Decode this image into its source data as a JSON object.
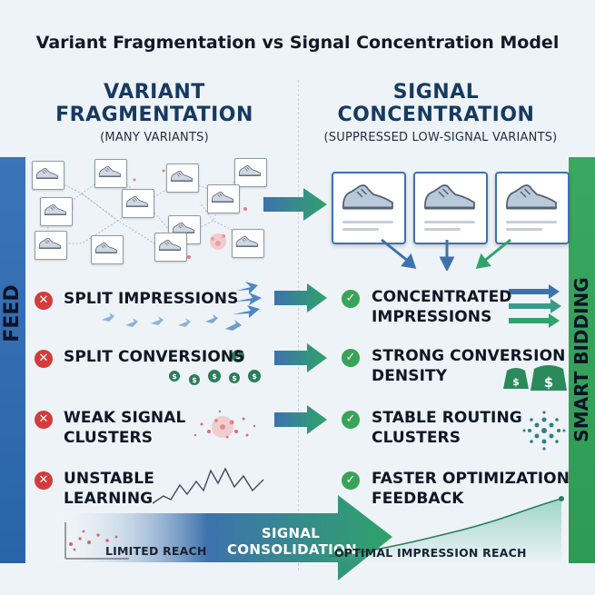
{
  "title": "Variant Fragmentation vs Signal Concentration Model",
  "left": {
    "heading_line1": "VARIANT",
    "heading_line2": "FRAGMENTATION",
    "subheading": "(MANY VARIANTS)",
    "rows": [
      {
        "text": "SPLIT IMPRESSIONS"
      },
      {
        "text": "SPLIT CONVERSIONS"
      },
      {
        "text": "WEAK SIGNAL CLUSTERS"
      },
      {
        "text": "UNSTABLE LEARNING"
      }
    ],
    "bottom_label": "LIMITED REACH"
  },
  "right": {
    "heading_line1": "SIGNAL",
    "heading_line2": "CONCENTRATION",
    "subheading": "(SUPPRESSED LOW-SIGNAL VARIANTS)",
    "rows": [
      {
        "text": "CONCENTRATED IMPRESSIONS"
      },
      {
        "text": "STRONG CONVERSION DENSITY"
      },
      {
        "text": "STABLE ROUTING CLUSTERS"
      },
      {
        "text": "FASTER OPTIMIZATION FEEDBACK"
      }
    ],
    "bottom_label": "OPTIMAL IMPRESSION REACH"
  },
  "side_labels": {
    "left": "FEED",
    "right": "SMART BIDDING"
  },
  "band_label": "SIGNAL CONSOLIDATION",
  "colors": {
    "heading": "#173a61",
    "feed_bar": "#3b74b8",
    "smart_bidding_bar": "#3aa860",
    "error_icon": "#d43b3b",
    "success_icon": "#3aa35a",
    "arrow_gradient_start": "#3d72ad",
    "arrow_gradient_end": "#2fa36a"
  },
  "icons": {
    "negative": "x-circle-icon",
    "positive": "check-circle-icon",
    "product": "sneaker-icon",
    "money": "money-bag-icon"
  }
}
